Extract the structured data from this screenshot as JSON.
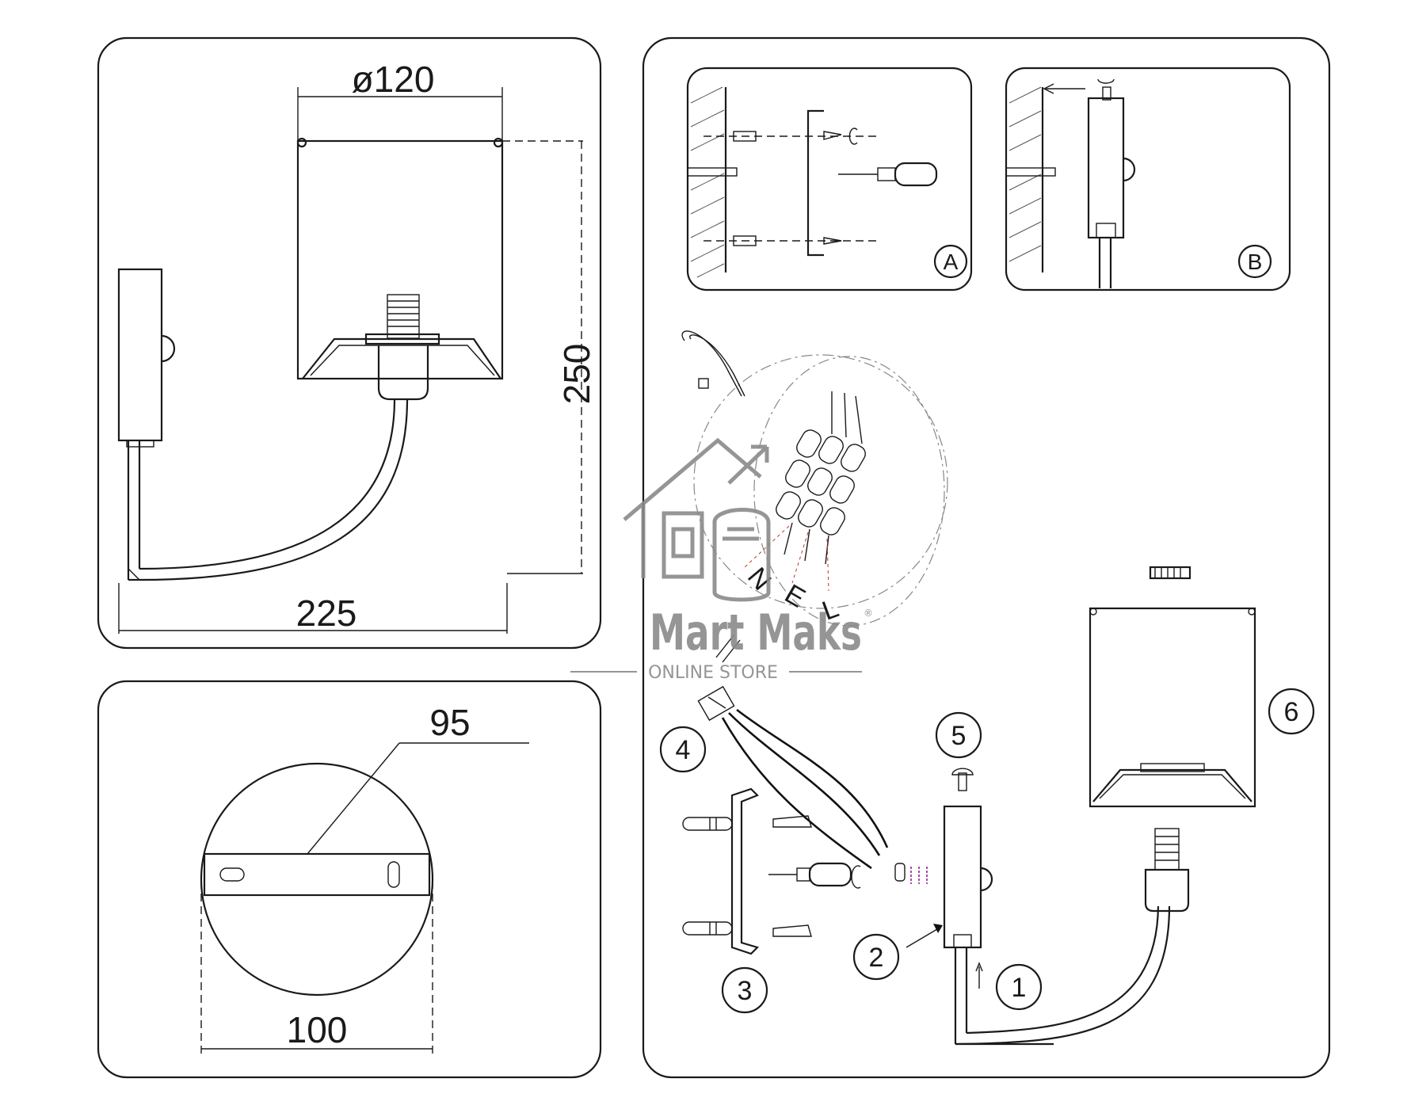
{
  "dimensions": {
    "shade_diameter": "ø120",
    "height": "250",
    "projection": "225",
    "plate_width": "95",
    "plate_diameter": "100"
  },
  "steps": [
    "1",
    "2",
    "3",
    "4",
    "5",
    "6"
  ],
  "detail_labels": {
    "a": "A",
    "b": "B"
  },
  "wire_labels": [
    "N",
    "E",
    "L"
  ],
  "watermark": {
    "brand": "Mart Maks",
    "subtitle": "ONLINE STORE",
    "registered": "®"
  }
}
